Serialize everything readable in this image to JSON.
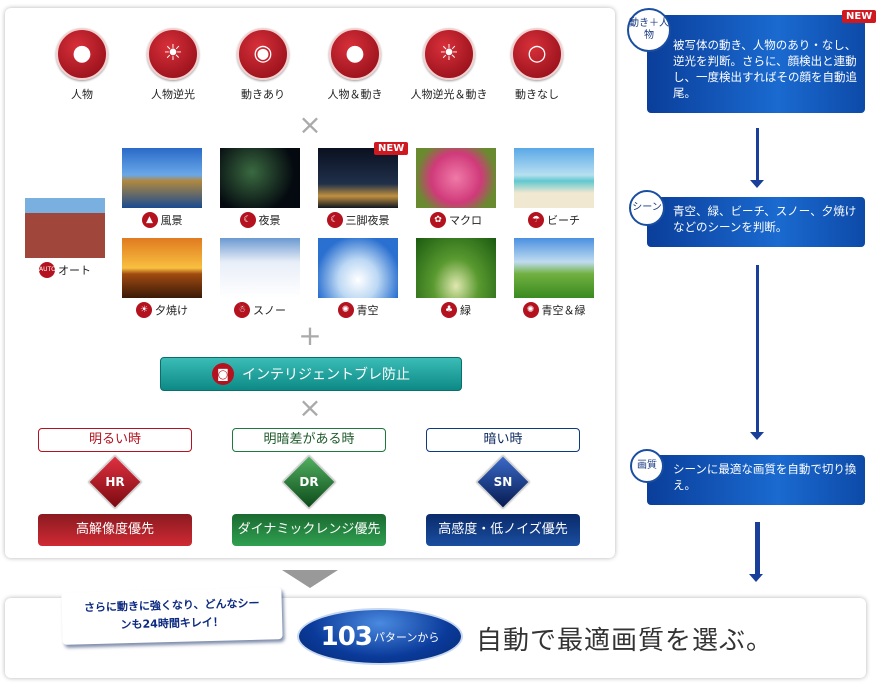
{
  "modes": [
    {
      "label": "人物",
      "icon": "person-icon"
    },
    {
      "label": "人物逆光",
      "icon": "backlit-person-icon"
    },
    {
      "label": "動きあり",
      "icon": "motion-icon"
    },
    {
      "label": "人物＆動き",
      "icon": "person-motion-icon"
    },
    {
      "label": "人物逆光＆動き",
      "icon": "backlit-person-motion-icon"
    },
    {
      "label": "動きなし",
      "icon": "no-motion-icon"
    }
  ],
  "auto": {
    "label": "オート",
    "badge": "AUTO"
  },
  "scenes": [
    {
      "label": "風景"
    },
    {
      "label": "夜景"
    },
    {
      "label": "三脚夜景",
      "badge": "NEW"
    },
    {
      "label": "マクロ"
    },
    {
      "label": "ビーチ"
    },
    {
      "label": "夕焼け"
    },
    {
      "label": "スノー"
    },
    {
      "label": "青空"
    },
    {
      "label": "緑"
    },
    {
      "label": "青空＆緑"
    }
  ],
  "stabilizer": {
    "label": "インテリジェントブレ防止"
  },
  "conditions": [
    {
      "label": "明るい時",
      "mark": "HR",
      "result": "高解像度優先",
      "color": "#b3121e"
    },
    {
      "label": "明暗差がある時",
      "mark": "DR",
      "result": "ダイナミックレンジ優先",
      "color": "#1e7a3a"
    },
    {
      "label": "暗い時",
      "mark": "SN",
      "result": "高感度・低ノイズ優先",
      "color": "#0d3a80"
    }
  ],
  "steps": [
    {
      "badge": "動き＋人物",
      "new": "NEW",
      "text": "被写体の動き、人物のあり・なし、逆光を判断。さらに、顔検出と連動し、一度検出すればその顔を自動追尾。"
    },
    {
      "badge": "シーン",
      "text": "青空、緑、ビーチ、スノー、夕焼けなどのシーンを判断。"
    },
    {
      "badge": "画質",
      "text": "シーンに最適な画質を自動で切り換え。"
    }
  ],
  "summary": {
    "note": "さらに動きに強くなり、どんなシーンも24時間キレイ！",
    "count": "103",
    "count_suffix": "パターンから",
    "headline": "自動で最適画質を選ぶ。"
  }
}
